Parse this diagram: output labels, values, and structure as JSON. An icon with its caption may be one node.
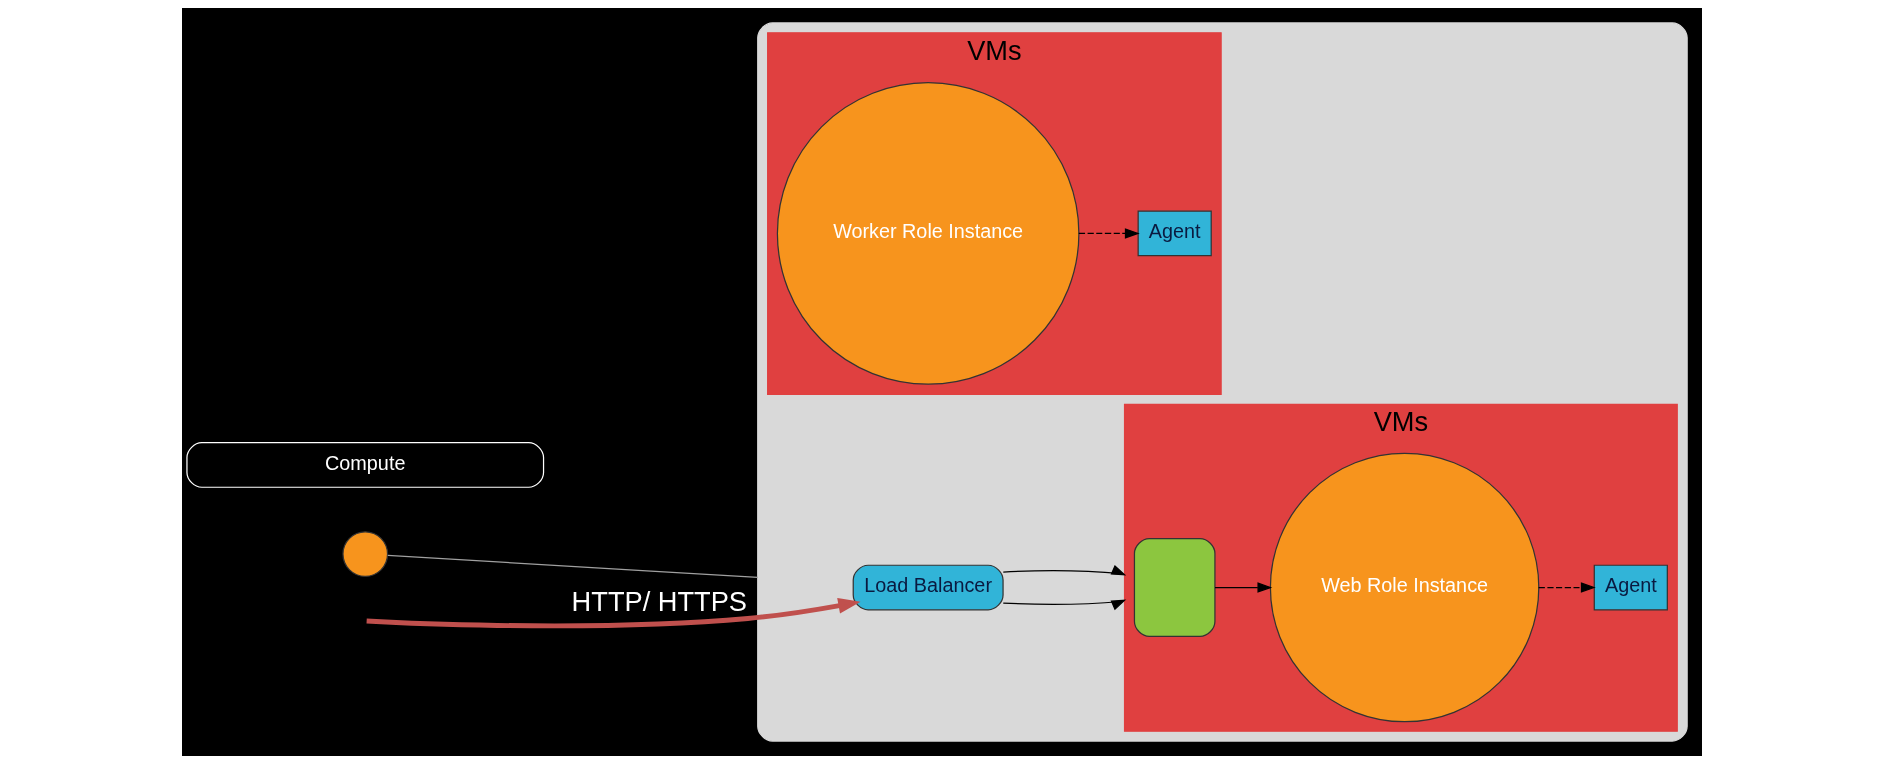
{
  "diagram": {
    "nodes": [
      {
        "text": [],
        "shape": "ellipse"
      },
      {
        "text": [
          "Load Balancer"
        ],
        "in": 0
      },
      {
        "text": [
          "VMs"
        ],
        "in": 0
      },
      {
        "text": [],
        "shape": "box",
        "in": 2
      },
      {
        "text": [
          "Web Role Instance"
        ],
        "in": 2
      },
      {
        "text": [
          "Agent"
        ],
        "in": 2
      },
      {
        "text": [
          "VMs"
        ],
        "in": 0
      },
      {
        "text": [
          "Worker Role Instance"
        ],
        "in": 6
      },
      {
        "text": [
          "Agent"
        ],
        "in": 6
      },
      {
        "text": [
          "Compute"
        ]
      },
      {
        "text": [],
        "shape": "circle"
      }
    ],
    "edges": [
      {
        "from": null,
        "to": 1,
        "arrow": "to",
        "label": "HTTP/ HTTPS",
        "style": "thick",
        "color": "#c0504d"
      },
      {
        "from": 1,
        "to": 2,
        "arrow": "to"
      },
      {
        "from": 1,
        "to": 2,
        "arrow": "to"
      },
      {
        "from": 3,
        "to": 4,
        "arrow": "to"
      },
      {
        "from": 4,
        "to": 5,
        "arrow": "to",
        "style": "dashed"
      },
      {
        "from": 7,
        "to": 8,
        "arrow": "to",
        "style": "dashed"
      },
      {
        "from": 10,
        "to": 0,
        "arrow": "none",
        "color": "#a0a0a0"
      }
    ]
  }
}
